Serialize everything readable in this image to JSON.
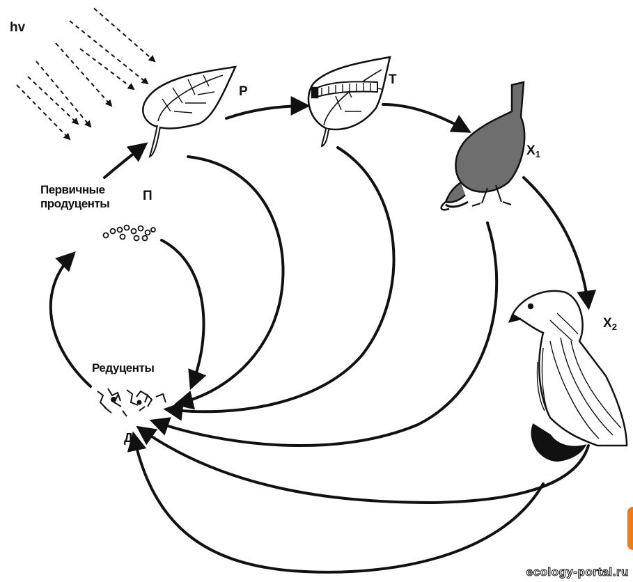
{
  "labels": {
    "light": "hv",
    "primary_producers": "Первичные продуценты",
    "producers_symbol": "П",
    "plant": "Р",
    "herbivore": "Т",
    "predator1_letter": "X",
    "predator1_index": "1",
    "predator2_letter": "X",
    "predator2_index": "2",
    "decomposers": "Редуценты",
    "detritus": "Д"
  },
  "watermark": "ecology-portal.ru",
  "colors": {
    "ink": "#111111",
    "accent": "#f07a1a",
    "background": "#ffffff"
  },
  "icons": [
    "sunlight-rays",
    "leaf-icon",
    "leaf-with-caterpillar-icon",
    "bird-icon",
    "eagle-icon",
    "seeds-icon",
    "decomposers-icon"
  ]
}
